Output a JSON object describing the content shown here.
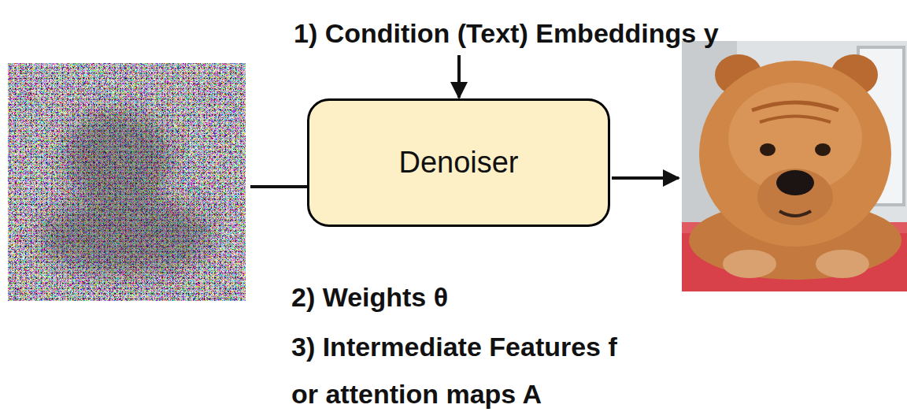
{
  "diagram": {
    "nodes": [
      {
        "text": [
          "Denoiser"
        ]
      }
    ],
    "edges": [],
    "labels": [
      "1) Condition (Text) Embeddings y",
      "2) Weights θ",
      "3) Intermediate Features f or attention maps A"
    ]
  }
}
